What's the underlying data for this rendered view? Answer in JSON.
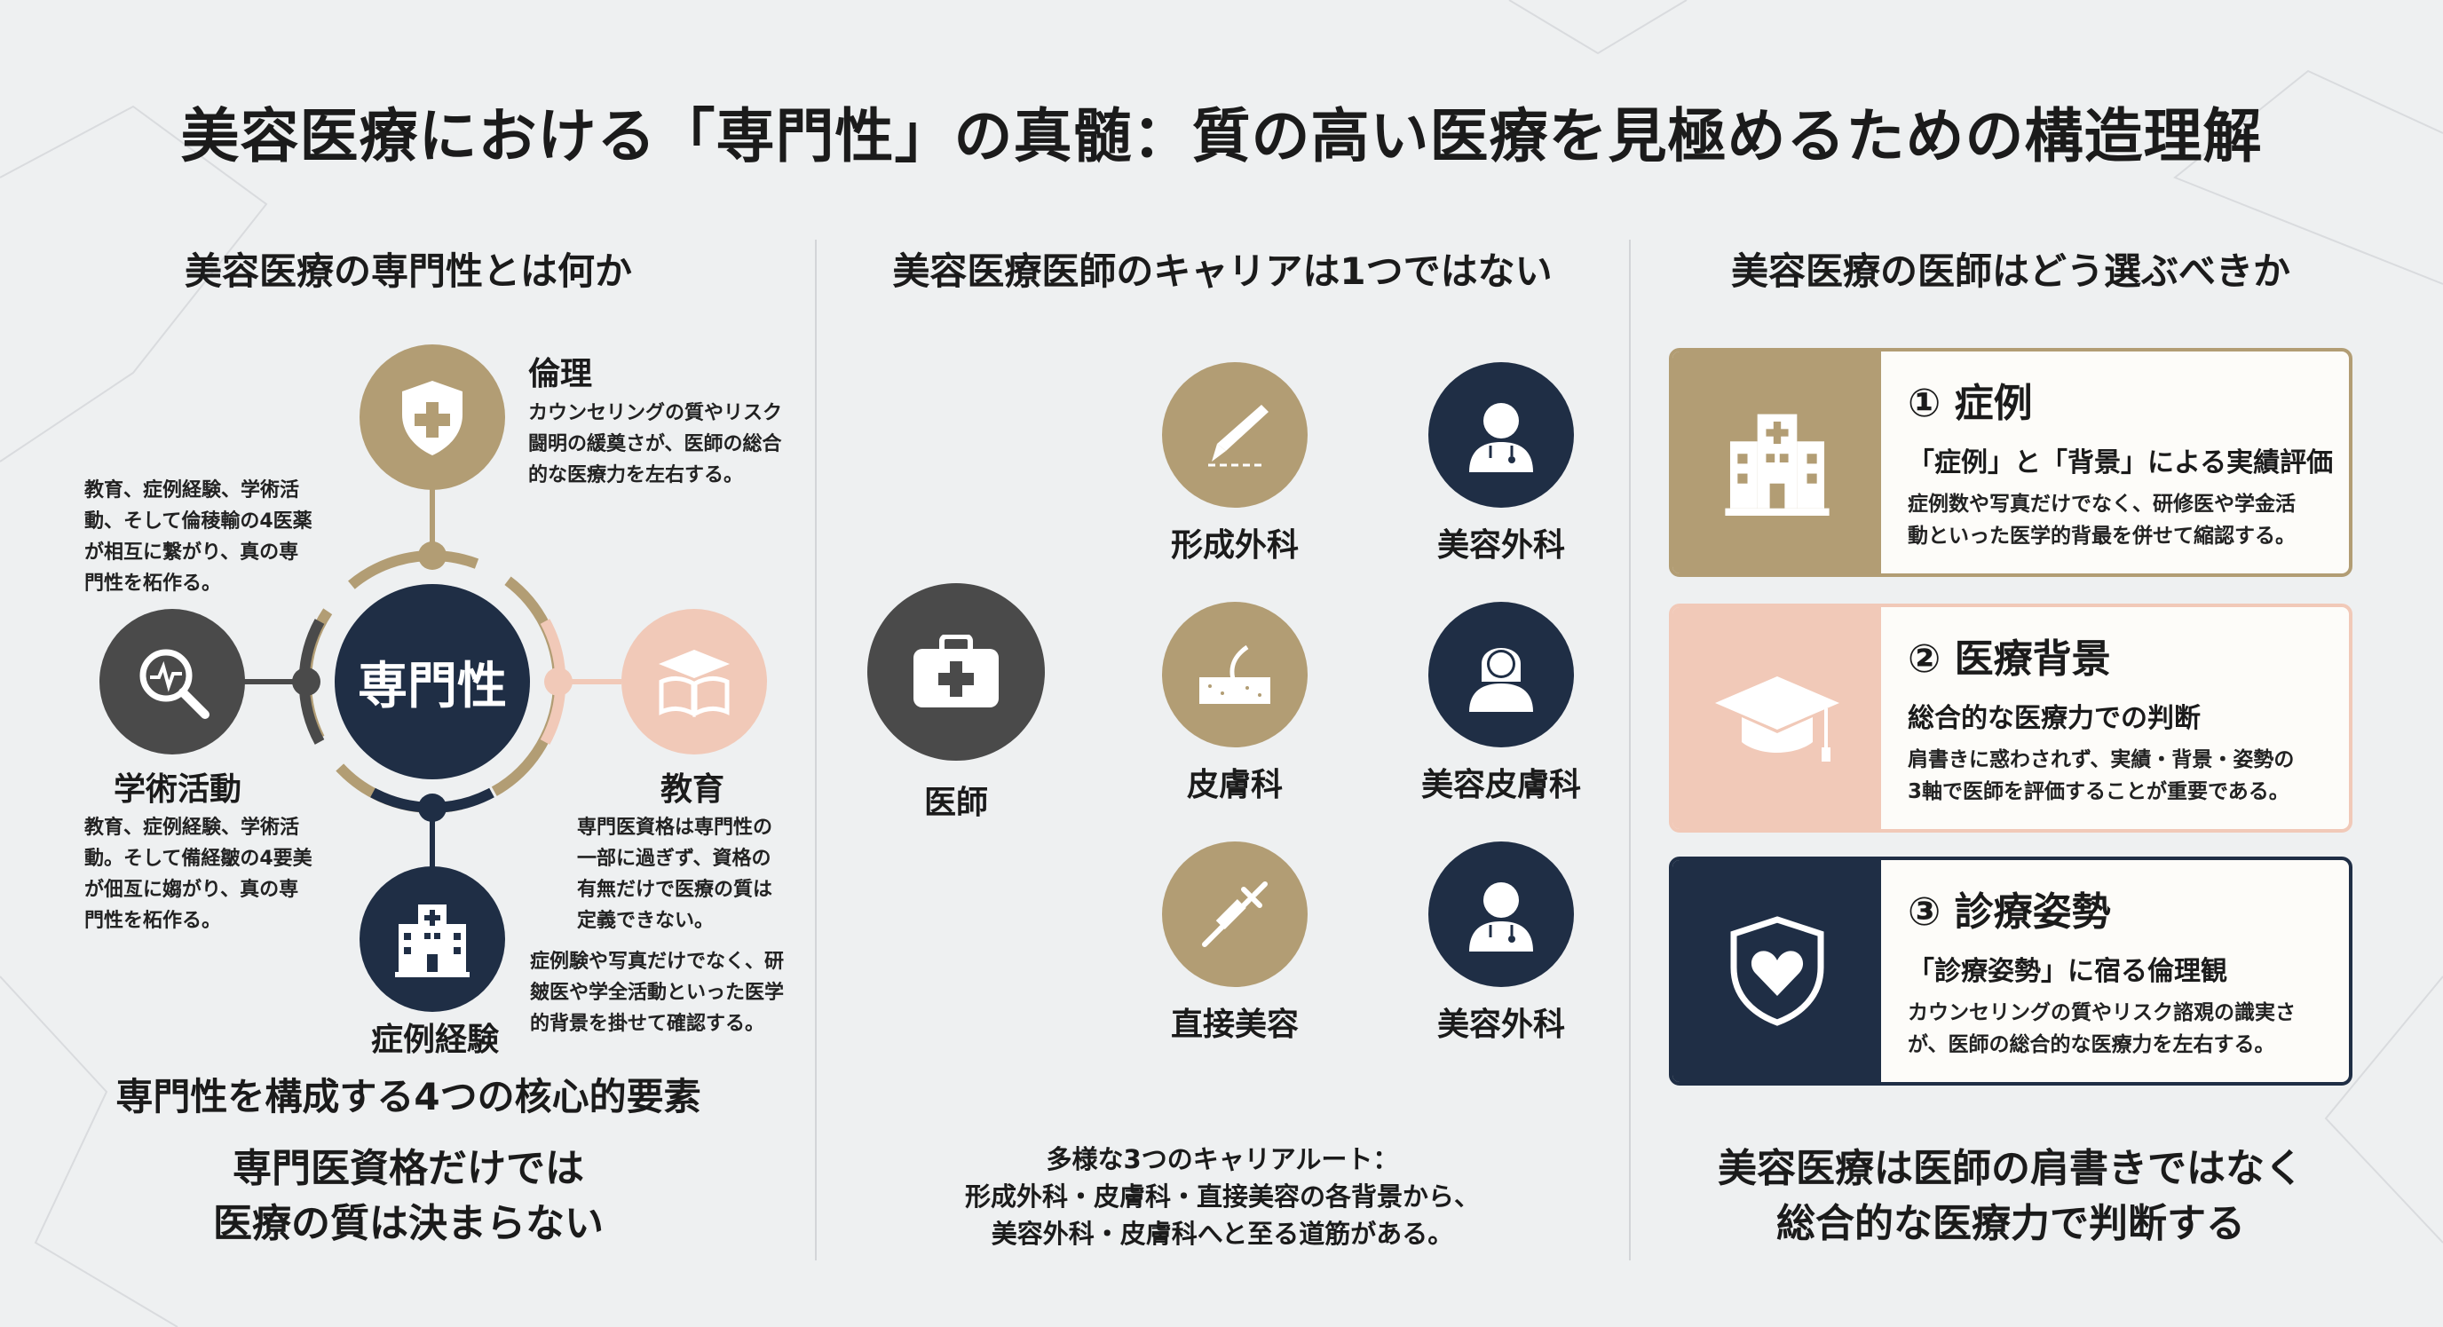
{
  "title": "美容医療における「専門性」の真髄：質の高い医療を見極めるための構造理解",
  "colors": {
    "navy": "#1f2e45",
    "tan": "#b29d74",
    "pink": "#f1c9b8",
    "gray": "#4a4a4a",
    "background": "#eef0f1"
  },
  "left": {
    "heading": "美容医療の専門性とは何か",
    "center_label": "専門性",
    "intro_text": "教育、症例経験、学術活動、そして倫稜輸の4医薬が相互に繋がり、真の専門性を柘作る。",
    "nodes": [
      {
        "label": "倫理",
        "icon": "shield-cross-icon",
        "text": "カウンセリングの質やリスク闘明の緩奠さが、医師の総合的な医療力を左右する。"
      },
      {
        "label": "学術活動",
        "icon": "magnifier-pulse-icon",
        "text": "教育、症例経験、学術活動。そして備経皺の4要美が佃亙に媰がり、真の専門性を柘作る。"
      },
      {
        "label": "教育",
        "icon": "graduation-book-icon",
        "text": "専門医資格は専門性の一部に過ぎず、資格の有無だけで医療の質は定義できない。"
      },
      {
        "label": "症例経験",
        "icon": "hospital-icon",
        "text": "症例験や写真だけでなく、研皴医や学全活動といった医学的背景を掛せて確認する。"
      }
    ],
    "subheading": "専門性を構成する4つの核心的要素",
    "conclusion": [
      "専門医資格だけでは",
      "医療の質は決まらない"
    ]
  },
  "center": {
    "heading": "美容医療医師のキャリアは1つではない",
    "origin_label": "医師",
    "routes": [
      {
        "from": "形成外科",
        "from_icon": "scalpel-icon",
        "to": "美容外科",
        "to_icon": "doctor-male-icon"
      },
      {
        "from": "皮膚科",
        "from_icon": "skin-hair-icon",
        "to": "美容皮膚科",
        "to_icon": "doctor-female-icon"
      },
      {
        "from": "直接美容",
        "from_icon": "syringe-icon",
        "to": "美容外科",
        "to_icon": "doctor-male-icon"
      }
    ],
    "caption": [
      "多様な3つのキャリアルート：",
      "形成外科・皮膚科・直接美容の各背景から、",
      "美容外科・皮膚科へと至る道筋がある。"
    ]
  },
  "right": {
    "heading": "美容医療の医師はどう選ぶべきか",
    "cards": [
      {
        "title": "① 症例",
        "subtitle": "「症例」と「背景」による実績評価",
        "text": [
          "症例数や写真だけでなく、研修医や学金活",
          "動といった医学的背最を併せて縮認する。"
        ],
        "icon": "hospital-icon"
      },
      {
        "title": "② 医療背景",
        "subtitle": "総合的な医療力での判断",
        "text": [
          "肩書きに惑わされず、実績・背景・姿勢の",
          "3軸で医師を評価することが重要である。"
        ],
        "icon": "graduation-cap-icon"
      },
      {
        "title": "③ 診療姿勢",
        "subtitle": "「診療姿勢」に宿る倫理観",
        "text": [
          "カウンセリングの質やリスク諮覌の識実さ",
          "が、医師の総合的な医療力を左右する。"
        ],
        "icon": "shield-heart-icon"
      }
    ],
    "conclusion": [
      "美容医療は医師の肩書きではなく",
      "総合的な医療力で判断する"
    ]
  }
}
